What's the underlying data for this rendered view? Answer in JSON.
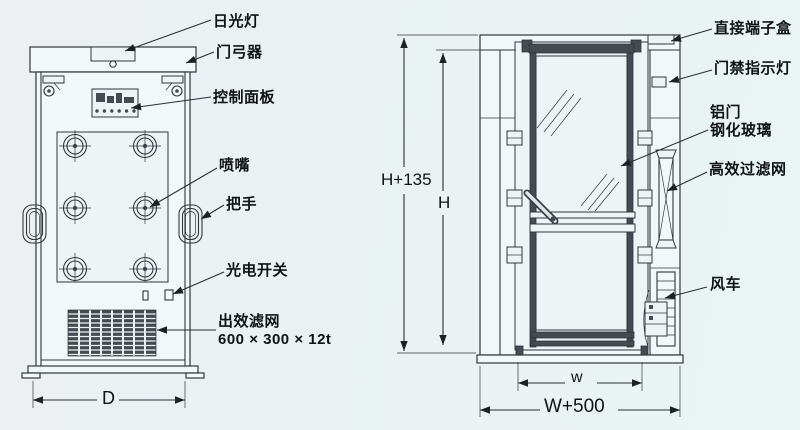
{
  "colors": {
    "background": "#ebf2f4",
    "line": "#30373b",
    "dark_fill": "#454b50",
    "text": "#101214"
  },
  "front_view": {
    "labels": {
      "lamp": "日光灯",
      "door_closer": "门弓器",
      "control_panel": "控制面板",
      "nozzle": "喷嘴",
      "handle": "把手",
      "photoelectric_switch": "光电开关",
      "primary_filter": "出效滤网",
      "primary_filter_size": "600 × 300 × 12t",
      "dim_depth": "D"
    }
  },
  "side_view": {
    "labels": {
      "junction_box": "直接端子盒",
      "door_indicator_light": "门禁指示灯",
      "aluminum_door": "铝门",
      "tempered_glass": "钢化玻璃",
      "hepa_filter": "高效过滤网",
      "fan": "风车",
      "dim_height_total": "H+135",
      "dim_height": "H",
      "dim_door_width": "w",
      "dim_width_total": "W+500"
    }
  }
}
